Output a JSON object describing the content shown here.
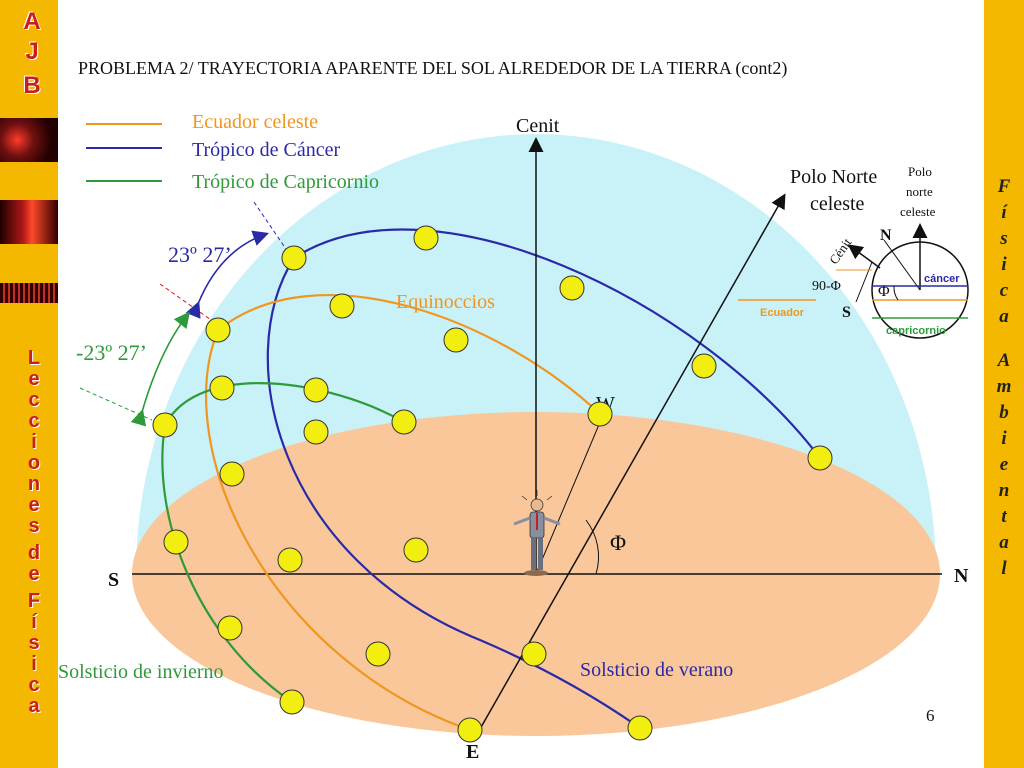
{
  "title": "PROBLEMA 2/ TRAYECTORIA APARENTE DEL SOL ALREDEDOR DE LA TIERRA (cont2)",
  "page_number": "6",
  "logo_letters": [
    "A",
    "J",
    "B"
  ],
  "left_vertical_text": [
    "L",
    "e",
    "c",
    "c",
    "i",
    "o",
    "n",
    "e",
    "s",
    " ",
    "d",
    "e",
    " ",
    "F",
    "í",
    "s",
    "i",
    "c",
    "a"
  ],
  "right_vertical_text": [
    "F",
    "í",
    "s",
    "i",
    "c",
    "a",
    " ",
    "A",
    "m",
    "b",
    "i",
    "e",
    "n",
    "t",
    "a",
    "l"
  ],
  "legend": [
    {
      "label": "Ecuador celeste",
      "color": "#f0961e"
    },
    {
      "label": "Trópico de Cáncer",
      "color": "#2a2aa8"
    },
    {
      "label": "Trópico de Capricornio",
      "color": "#2e9a3a"
    }
  ],
  "labels": {
    "cenit": "Cenit",
    "polo_norte": "Polo Norte",
    "celeste": "celeste",
    "equinoccios": "Equinoccios",
    "angle_pos": "23º 27’",
    "angle_neg": "-23º 27’",
    "west": "W",
    "east": "E",
    "south": "S",
    "north": "N",
    "phi": "Φ",
    "solsticio_invierno": "Solsticio de invierno",
    "solsticio_verano": "Solsticio de verano"
  },
  "inset": {
    "polo_norte_1": "Polo",
    "polo_norte_2": "norte",
    "polo_norte_3": "celeste",
    "cenit": "Cénit",
    "n": "N",
    "s": "S",
    "ninety_minus_phi": "90-Φ",
    "phi": "Φ",
    "ecuador": "Ecuador",
    "cancer": "cáncer",
    "capricornio": "capricornio"
  },
  "colors": {
    "sky": "#c8f2f8",
    "ground": "#f9c79a",
    "equator": "#f0961e",
    "cancer": "#2a2aa8",
    "capricorn": "#2e9a3a",
    "sun": "#f2ef10",
    "sidebar": "#f5b800"
  }
}
